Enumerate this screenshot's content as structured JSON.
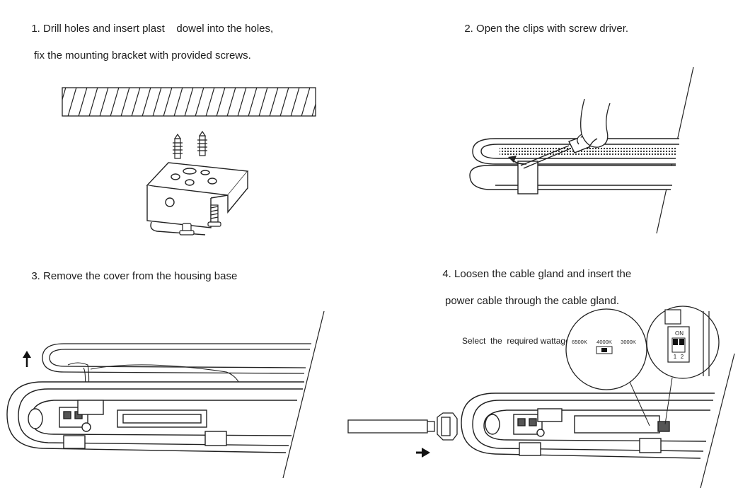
{
  "steps": [
    {
      "line1": "1. Drill holes and insert plast    dowel into the holes,",
      "line2": "fix the mounting bracket with provided screws."
    },
    {
      "line1": "2. Open the clips with screw driver."
    },
    {
      "line1": "3. Remove the cover from the housing base"
    },
    {
      "line1": "4. Loosen the cable gland and insert the",
      "line2": "power cable through the cable gland.",
      "line3": "Select  the  required wattage&CCT via switch"
    }
  ],
  "cct_switch": {
    "labels": [
      "6500K",
      "4000K",
      "3000K"
    ]
  },
  "dip_switch": {
    "on_label": "ON",
    "num1": "1",
    "num2": "2"
  }
}
